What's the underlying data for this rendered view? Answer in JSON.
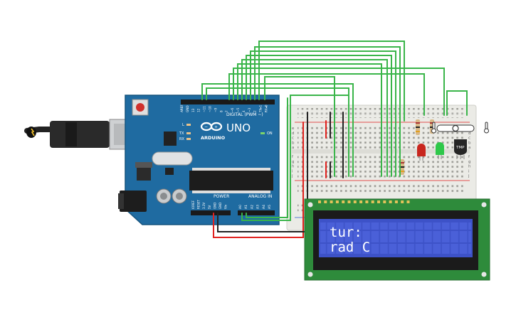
{
  "arduino": {
    "brand": "ARDUINO",
    "model": "UNO",
    "digital_header": "DIGITAL (PWM ~)",
    "power_header": "POWER",
    "analog_header": "ANALOG IN",
    "on_label": "ON",
    "led_labels": [
      "L",
      "TX",
      "RX"
    ],
    "digital_pins": [
      "AREF",
      "GND",
      "13",
      "12",
      "~11",
      "~10",
      "~9",
      "8",
      "7",
      "~6",
      "~5",
      "4",
      "~3",
      "2",
      "TX▸1",
      "RX◂0"
    ],
    "power_pins": [
      "IOREF",
      "RESET",
      "3.3V",
      "5V",
      "GND",
      "GND",
      "Vin"
    ],
    "analog_pins": [
      "A0",
      "A1",
      "A2",
      "A3",
      "A4",
      "A5"
    ]
  },
  "breadboard": {
    "row_letters_top": [
      "a",
      "b",
      "c",
      "d",
      "e"
    ],
    "row_letters_bottom": [
      "f",
      "g",
      "h",
      "i",
      "j"
    ]
  },
  "sensor": {
    "label": "TMP"
  },
  "lcd": {
    "line1": "tur:",
    "line2": "rad C"
  },
  "colors": {
    "board": "#1f6ba1",
    "breadboard": "#ebebe6",
    "wire_green": "#3ab54a",
    "wire_red": "#e0211e",
    "wire_black": "#222222",
    "lcd_pcb": "#2e8b3b",
    "lcd_screen": "#3d52c8"
  }
}
